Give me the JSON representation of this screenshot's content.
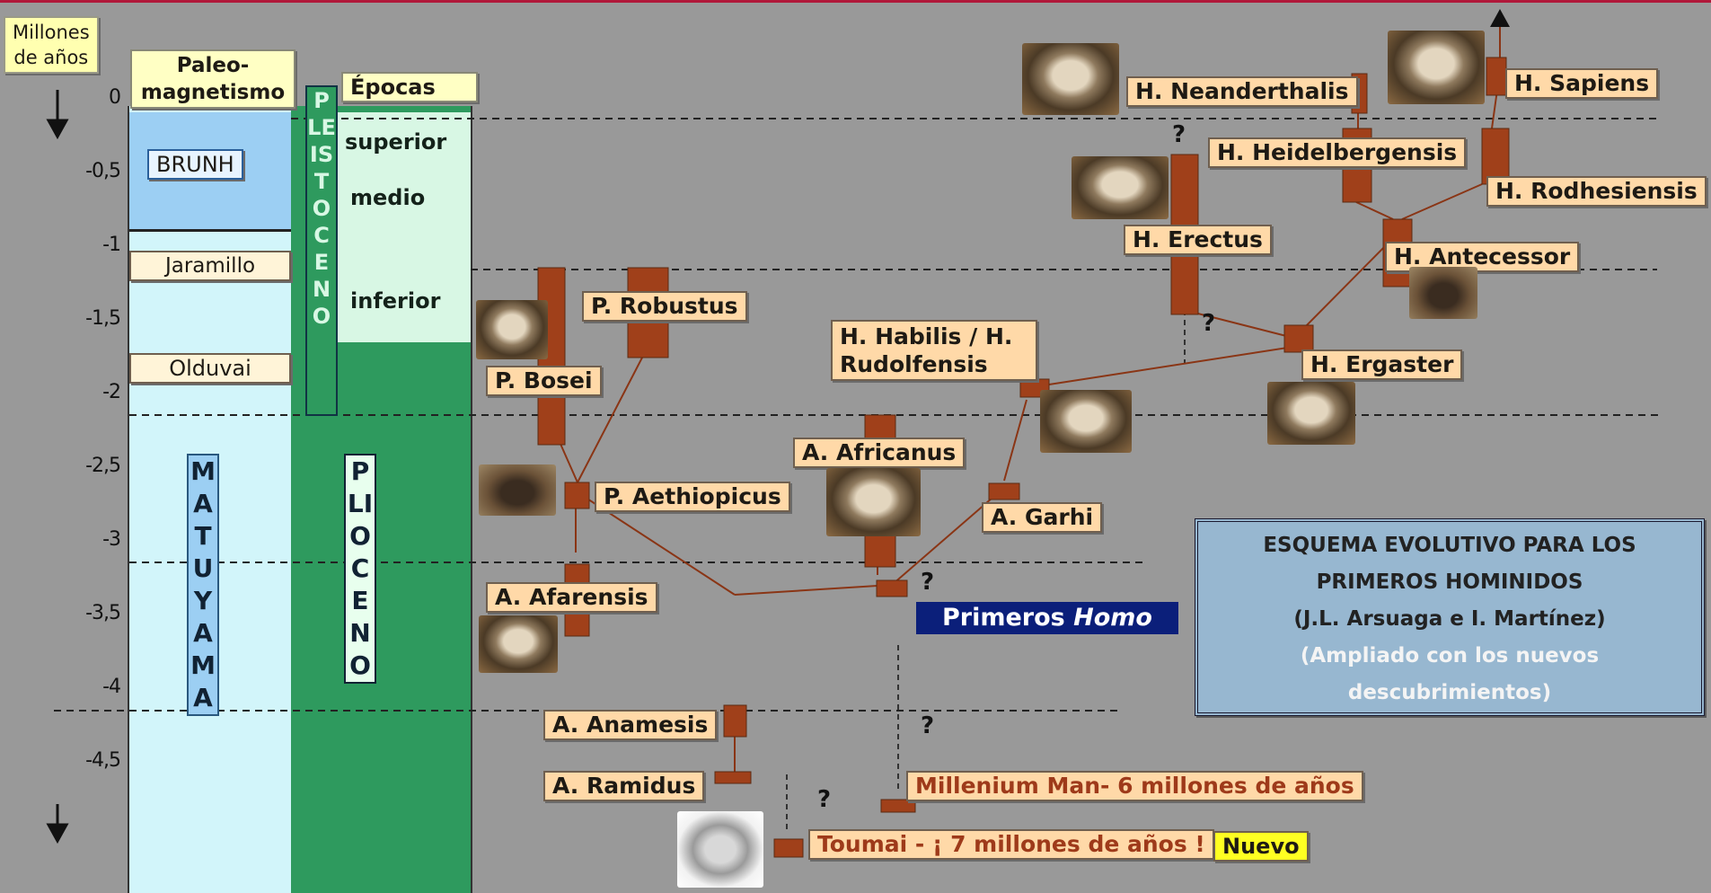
{
  "axis": {
    "title_line1": "Millones",
    "title_line2": "de años",
    "ticks": [
      "0",
      "-0,5",
      "-1",
      "-1,5",
      "-2",
      "-2,5",
      "-3",
      "-3,5",
      "-4",
      "-4,5"
    ]
  },
  "paleomagnetism": {
    "header_line1": "Paleo-",
    "header_line2": "magnetismo",
    "brunh": "BRUNH",
    "jaramillo": "Jaramillo",
    "olduvai": "Olduvai",
    "matuyama": "MATUYAMA"
  },
  "epochs": {
    "header": "Épocas",
    "pleistocene": "PLEISTOCENO",
    "pliocene": "PLIOCENO",
    "superior": "superior",
    "medio": "medio",
    "inferior": "inferior"
  },
  "species": {
    "p_bosei": "P. Bosei",
    "p_robustus": "P. Robustus",
    "p_aethiopicus": "P. Aethiopicus",
    "a_afarensis": "A. Afarensis",
    "a_anamensis": "A. Anamesis",
    "a_ramidus": "A. Ramidus",
    "a_africanus": "A. Africanus",
    "a_garhi": "A. Garhi",
    "h_habilis": "H. Habilis / H. Rudolfensis",
    "h_erectus": "H. Erectus",
    "h_ergaster": "H. Ergaster",
    "h_antecessor": "H. Antecessor",
    "h_heidelbergensis": "H. Heidelbergensis",
    "h_neanderthalis": "H. Neanderthalis",
    "h_sapiens": "H. Sapiens",
    "h_rhodesiensis": "H. Rodhesiensis",
    "millenium": "Millenium Man- 6 millones de años",
    "toumai": "Toumai - ¡ 7 millones de años !",
    "nuevo": "Nuevo"
  },
  "primeros_homo": {
    "prefix": "Primeros",
    "italic": "Homo"
  },
  "question_mark": "?",
  "scheme": {
    "line1": "ESQUEMA EVOLUTIVO PARA LOS",
    "line2": "PRIMEROS HOMINIDOS",
    "line3": "(J.L. Arsuaga e I. Martínez)",
    "line4": "(Ampliado con los nuevos",
    "line5": "descubrimientos)"
  },
  "colors": {
    "background": "#999999",
    "bar": "#a0401a",
    "label_bg": "#ffd9a8",
    "brunh": "#9ccff3",
    "matuyama": "#d2f5fa",
    "pleistocene": "#d8f7e4",
    "pliocene": "#2e9a5e",
    "homo_banner": "#0b1f7a",
    "scheme_box": "#97b7d0",
    "nuevo": "#ffff22"
  },
  "icons": [
    "down-arrow-icon",
    "up-arrow-icon",
    "skull-icon"
  ]
}
